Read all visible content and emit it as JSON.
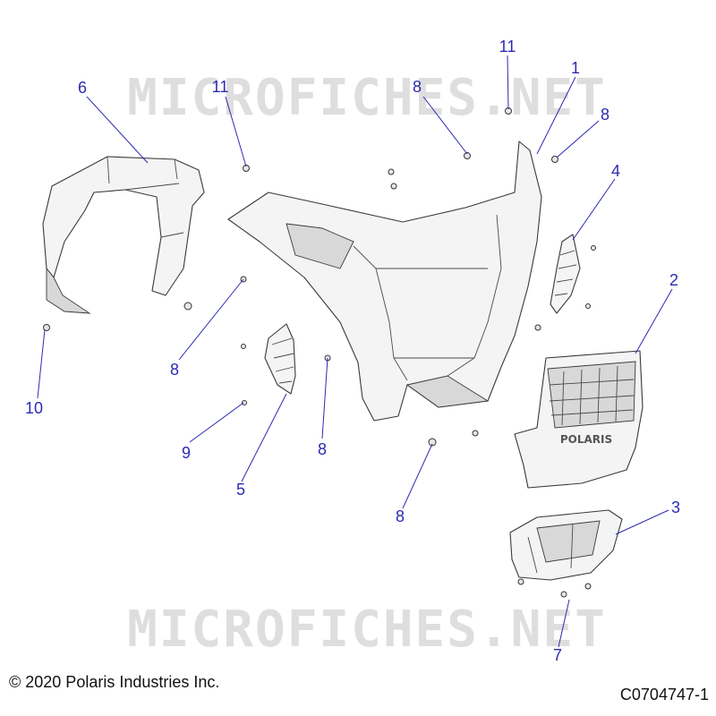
{
  "watermark": {
    "text": "MICROFICHES.NET",
    "color": "#d9d9d9"
  },
  "callouts": [
    {
      "id": "1",
      "label": "1"
    },
    {
      "id": "2",
      "label": "2"
    },
    {
      "id": "3",
      "label": "3"
    },
    {
      "id": "4",
      "label": "4"
    },
    {
      "id": "5",
      "label": "5"
    },
    {
      "id": "6",
      "label": "6"
    },
    {
      "id": "7",
      "label": "7"
    },
    {
      "id": "8a",
      "label": "8"
    },
    {
      "id": "8b",
      "label": "8"
    },
    {
      "id": "8c",
      "label": "8"
    },
    {
      "id": "8d",
      "label": "8"
    },
    {
      "id": "8e",
      "label": "8"
    },
    {
      "id": "9",
      "label": "9"
    },
    {
      "id": "10",
      "label": "10"
    },
    {
      "id": "11a",
      "label": "11"
    },
    {
      "id": "11b",
      "label": "11"
    }
  ],
  "grille_logo": "POLARIS",
  "footer": {
    "copyright": "© 2020 Polaris Industries Inc.",
    "ref_code": "C0704747-1"
  },
  "colors": {
    "callout": "#2b2bb3",
    "line_art": "#3a3a3a"
  }
}
